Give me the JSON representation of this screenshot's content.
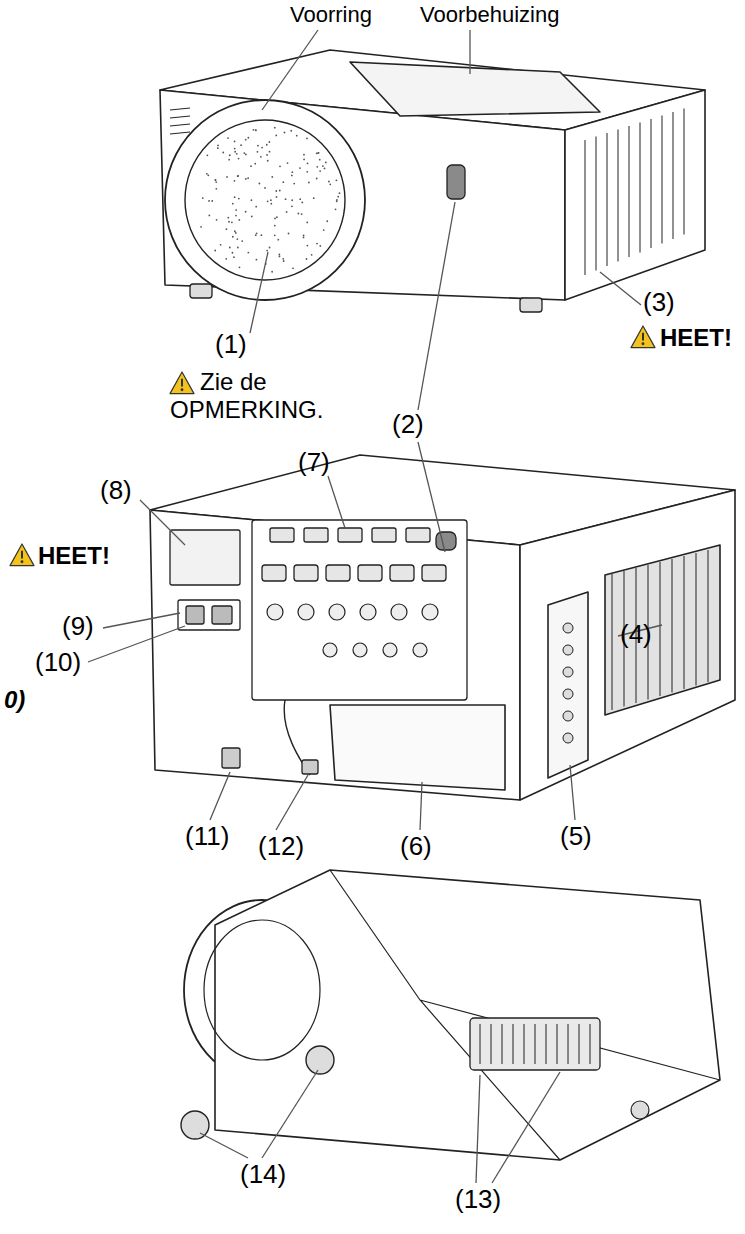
{
  "diagram": {
    "labels": [
      "Voorring",
      "Voorbehuizing",
      "(1)",
      "Zie de OPMERKING.",
      "(3)",
      "HEET!",
      "(2)",
      "(7)",
      "(8)",
      "HEET!",
      "(9)",
      "(10)",
      "0)",
      "(4)",
      "(5)",
      "(11)",
      "(12)",
      "(6)",
      "(14)",
      "(13)"
    ]
  }
}
